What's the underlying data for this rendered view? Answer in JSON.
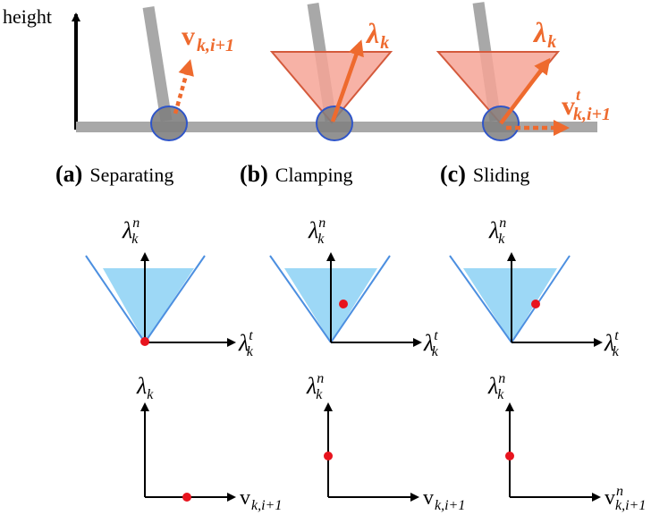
{
  "top": {
    "height_label": "height",
    "panels": [
      {
        "letter": "(a)",
        "name": "Separating"
      },
      {
        "letter": "(b)",
        "name": "Clamping"
      },
      {
        "letter": "(c)",
        "name": "Sliding"
      }
    ],
    "labels": {
      "v_main": "v",
      "v_sub": "k,i+1",
      "v_sup_t": "t",
      "lambda": "λ",
      "lambda_sub": "k"
    }
  },
  "cones": {
    "y_main": "λ",
    "y_sub": "k",
    "y_sup": "n",
    "x_main": "λ",
    "x_sub": "k",
    "x_sup": "t",
    "point_position": [
      "apex",
      "interior",
      "boundary"
    ]
  },
  "complementarity": [
    {
      "y_main": "λ",
      "y_sub": "k",
      "y_sup": "",
      "x_main": "v",
      "x_sub": "k,i+1",
      "x_sup": "",
      "point_on": "x-axis"
    },
    {
      "y_main": "λ",
      "y_sub": "k",
      "y_sup": "n",
      "x_main": "v",
      "x_sub": "k,i+1",
      "x_sup": "",
      "point_on": "y-axis"
    },
    {
      "y_main": "λ",
      "y_sub": "k",
      "y_sup": "n",
      "x_main": "v",
      "x_sub": "k,i+1",
      "x_sup": "n",
      "point_on": "y-axis"
    }
  ],
  "colors": {
    "ground": "#A8A8A8",
    "contact_fill": "#7F7F7F",
    "contact_stroke": "#2F55C8",
    "friction_cone": "#F6A596",
    "friction_cone_stroke": "#D45A3C",
    "arrow": "#EE6A2E",
    "cone_fill": "#9DD8F6",
    "cone_line": "#4C8FE0",
    "point": "#E8141E"
  }
}
